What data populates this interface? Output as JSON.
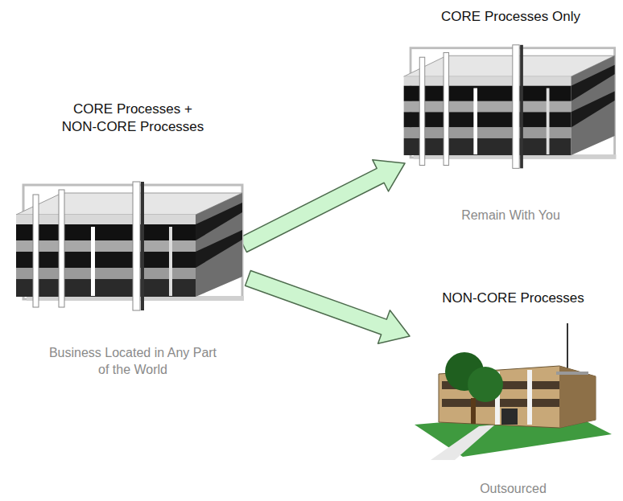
{
  "diagram": {
    "nodes": [
      {
        "text": [
          "CORE Processes + NON-CORE Processes",
          "Business Located in Any Part of the World"
        ]
      },
      {
        "text": [
          "CORE Processes Only",
          "Remain With You"
        ]
      },
      {
        "text": [
          "NON-CORE Processes",
          "Outsourced"
        ]
      }
    ],
    "edges": [
      {
        "from": 0,
        "to": 1,
        "arrow": "to"
      },
      {
        "from": 0,
        "to": 2,
        "arrow": "to"
      }
    ]
  }
}
